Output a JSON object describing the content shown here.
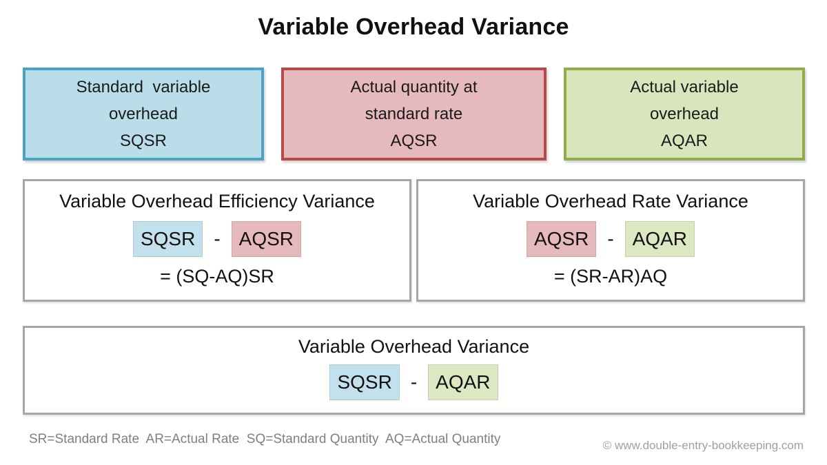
{
  "title": "Variable Overhead Variance",
  "top_boxes": [
    {
      "label": "Standard  variable\noverhead",
      "code": "SQSR",
      "fill": "#b9dde9",
      "border": "#4aa3c4"
    },
    {
      "label": "Actual quantity at\nstandard rate",
      "code": "AQSR",
      "fill": "#e6b9bd",
      "border": "#b84b49"
    },
    {
      "label": "Actual variable\noverhead",
      "code": "AQAR",
      "fill": "#d9e5bd",
      "border": "#92ac49"
    }
  ],
  "panels": {
    "efficiency": {
      "title": "Variable Overhead Efficiency Variance",
      "left_chip": "SQSR",
      "minus": "-",
      "right_chip": "AQSR",
      "equation": "= (SQ-AQ)SR"
    },
    "rate": {
      "title": "Variable Overhead Rate Variance",
      "left_chip": "AQSR",
      "minus": "-",
      "right_chip": "AQAR",
      "equation": "= (SR-AR)AQ"
    },
    "total": {
      "title": "Variable Overhead Variance",
      "left_chip": "SQSR",
      "minus": "-",
      "right_chip": "AQAR"
    }
  },
  "footer": {
    "legend": "SR=Standard Rate  AR=Actual Rate  SQ=Standard Quantity  AQ=Actual Quantity",
    "copyright": "© www.double-entry-bookkeeping.com"
  },
  "colors": {
    "box_blue_fill": "#b9dde9",
    "box_blue_border": "#4aa3c4",
    "box_pink_fill": "#e6b9bd",
    "box_pink_border": "#b84b49",
    "box_green_fill": "#d9e5bd",
    "box_green_border": "#92ac49",
    "chip_blue": "#c3e1ec",
    "chip_pink": "#e6b9bd",
    "chip_green": "#dde8c3",
    "panel_border": "#a6a6a6",
    "legend_text": "#7f7f7f",
    "copyright_text": "#a0a0a0"
  }
}
